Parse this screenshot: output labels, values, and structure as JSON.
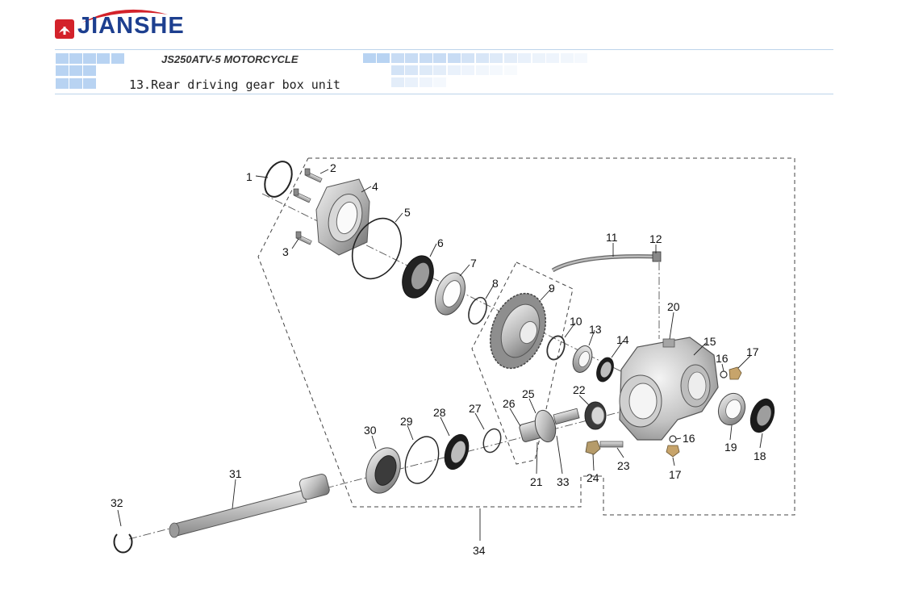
{
  "header": {
    "brand": "JIANSHE",
    "model": "JS250ATV-5 MOTORCYCLE",
    "section_title": "13.Rear driving gear box unit"
  },
  "colors": {
    "brand_blue": "#1d3f8f",
    "brand_red": "#d3222a",
    "tile_blue": "#b8d3f2"
  },
  "callouts": {
    "c1": "1",
    "c2": "2",
    "c3": "3",
    "c4": "4",
    "c5": "5",
    "c6": "6",
    "c7": "7",
    "c8": "8",
    "c9": "9",
    "c10": "10",
    "c11": "11",
    "c12": "12",
    "c13": "13",
    "c14": "14",
    "c15": "15",
    "c16a": "16",
    "c16b": "16",
    "c17a": "17",
    "c17b": "17",
    "c18": "18",
    "c19": "19",
    "c20": "20",
    "c21": "21",
    "c22": "22",
    "c23": "23",
    "c24": "24",
    "c25": "25",
    "c26": "26",
    "c27": "27",
    "c28": "28",
    "c29": "29",
    "c30": "30",
    "c31": "31",
    "c32": "32",
    "c33": "33",
    "c34": "34"
  }
}
